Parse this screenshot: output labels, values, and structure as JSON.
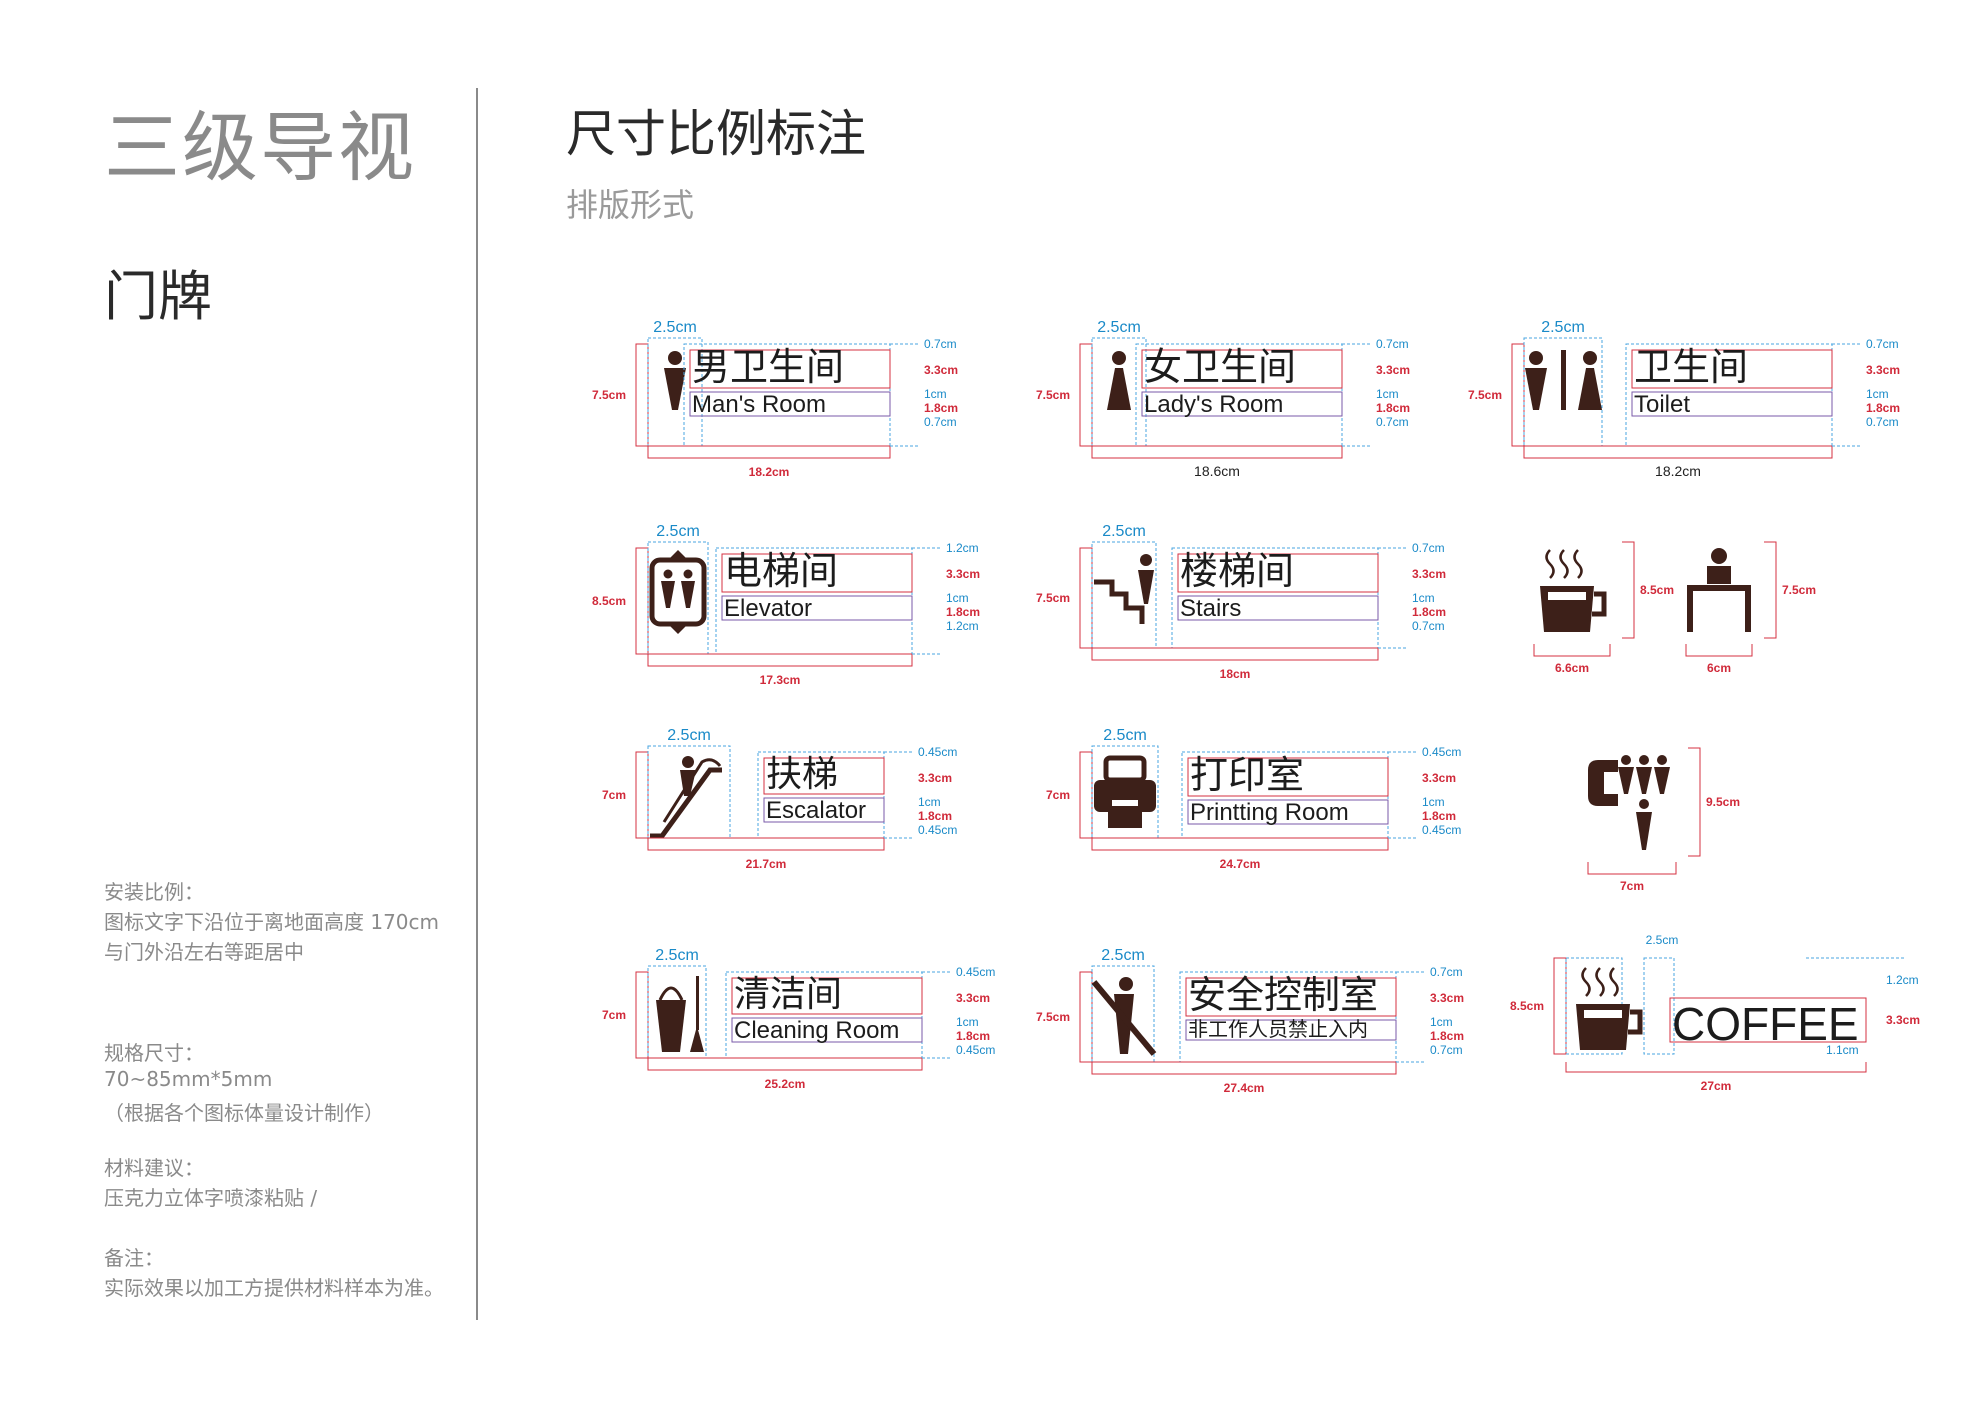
{
  "header": {
    "main_title": "三级导视",
    "sub_title": "门牌",
    "section_title": "尺寸比例标注",
    "section_sub": "排版形式"
  },
  "specs": {
    "install_heading": "安装比例：",
    "install_line1": "图标文字下沿位于离地面高度 170cm",
    "install_line2": "与门外沿左右等距居中",
    "size_heading": "规格尺寸：",
    "size_line1": "70~85mm*5mm",
    "size_line2": "（根据各个图标体量设计制作）",
    "material_heading": "材料建议：",
    "material_line1": "压克力立体字喷漆粘贴 /",
    "note_heading": "备注：",
    "note_line1": "实际效果以加工方提供材料样本为准。"
  },
  "colors": {
    "icon": "#3d2019",
    "dimension_red": "#d02a3a",
    "dimension_blue": "#1a8ac8"
  },
  "signs": [
    {
      "icon": "man-icon",
      "cn": "男卫生间",
      "en": "Man's Room",
      "icon_w": "2.5cm",
      "height": "7.5cm",
      "width": "18.2cm",
      "d1": "0.7cm",
      "d2": "3.3cm",
      "d3": "1cm",
      "d4": "1.8cm",
      "d5": "0.7cm"
    },
    {
      "icon": "woman-icon",
      "cn": "女卫生间",
      "en": "Lady's Room",
      "icon_w": "2.5cm",
      "height": "7.5cm",
      "width": "18.6cm",
      "d1": "0.7cm",
      "d2": "3.3cm",
      "d3": "1cm",
      "d4": "1.8cm",
      "d5": "0.7cm"
    },
    {
      "icon": "toilet-icon",
      "cn": "卫生间",
      "en": "Toilet",
      "icon_w": "2.5cm",
      "height": "7.5cm",
      "width": "18.2cm",
      "d1": "0.7cm",
      "d2": "3.3cm",
      "d3": "1cm",
      "d4": "1.8cm",
      "d5": "0.7cm"
    },
    {
      "icon": "elevator-icon",
      "cn": "电梯间",
      "en": "Elevator",
      "icon_w": "2.5cm",
      "height": "8.5cm",
      "width": "17.3cm",
      "d1": "1.2cm",
      "d2": "3.3cm",
      "d3": "1cm",
      "d4": "1.8cm",
      "d5": "1.2cm"
    },
    {
      "icon": "stairs-icon",
      "cn": "楼梯间",
      "en": "Stairs",
      "icon_w": "2.5cm",
      "height": "7.5cm",
      "width": "18cm",
      "d1": "0.7cm",
      "d2": "3.3cm",
      "d3": "1cm",
      "d4": "1.8cm",
      "d5": "0.7cm"
    },
    {
      "icon": "escalator-icon",
      "cn": "扶梯",
      "en": "Escalator",
      "icon_w": "2.5cm",
      "height": "7cm",
      "width": "21.7cm",
      "d1": "0.45cm",
      "d2": "3.3cm",
      "d3": "1cm",
      "d4": "1.8cm",
      "d5": "0.45cm"
    },
    {
      "icon": "printer-icon",
      "cn": "打印室",
      "en": "Printting Room",
      "icon_w": "2.5cm",
      "height": "7cm",
      "width": "24.7cm",
      "d1": "0.45cm",
      "d2": "3.3cm",
      "d3": "1cm",
      "d4": "1.8cm",
      "d5": "0.45cm"
    },
    {
      "icon": "cleaning-icon",
      "cn": "清洁间",
      "en": "Cleaning Room",
      "icon_w": "2.5cm",
      "height": "7cm",
      "width": "25.2cm",
      "d1": "0.45cm",
      "d2": "3.3cm",
      "d3": "1cm",
      "d4": "1.8cm",
      "d5": "0.45cm"
    },
    {
      "icon": "no-entry-person-icon",
      "cn": "安全控制室",
      "en": "非工作人员禁止入内",
      "icon_w": "2.5cm",
      "height": "7.5cm",
      "width": "27.4cm",
      "d1": "0.7cm",
      "d2": "3.3cm",
      "d3": "1cm",
      "d4": "1.8cm",
      "d5": "0.7cm"
    }
  ],
  "standalone": [
    {
      "icon": "coffee-cup-icon",
      "height": "8.5cm",
      "width": "6.6cm"
    },
    {
      "icon": "reception-desk-icon",
      "height": "7.5cm",
      "width": "6cm"
    },
    {
      "icon": "family-restroom-icon",
      "height": "9.5cm",
      "width": "7cm"
    }
  ],
  "coffee_sign": {
    "text": "COFFEE",
    "icon_w": "2.5cm",
    "height": "8.5cm",
    "width": "27cm",
    "d1": "1.2cm",
    "d2": "3.3cm",
    "d3": "1.1cm"
  }
}
